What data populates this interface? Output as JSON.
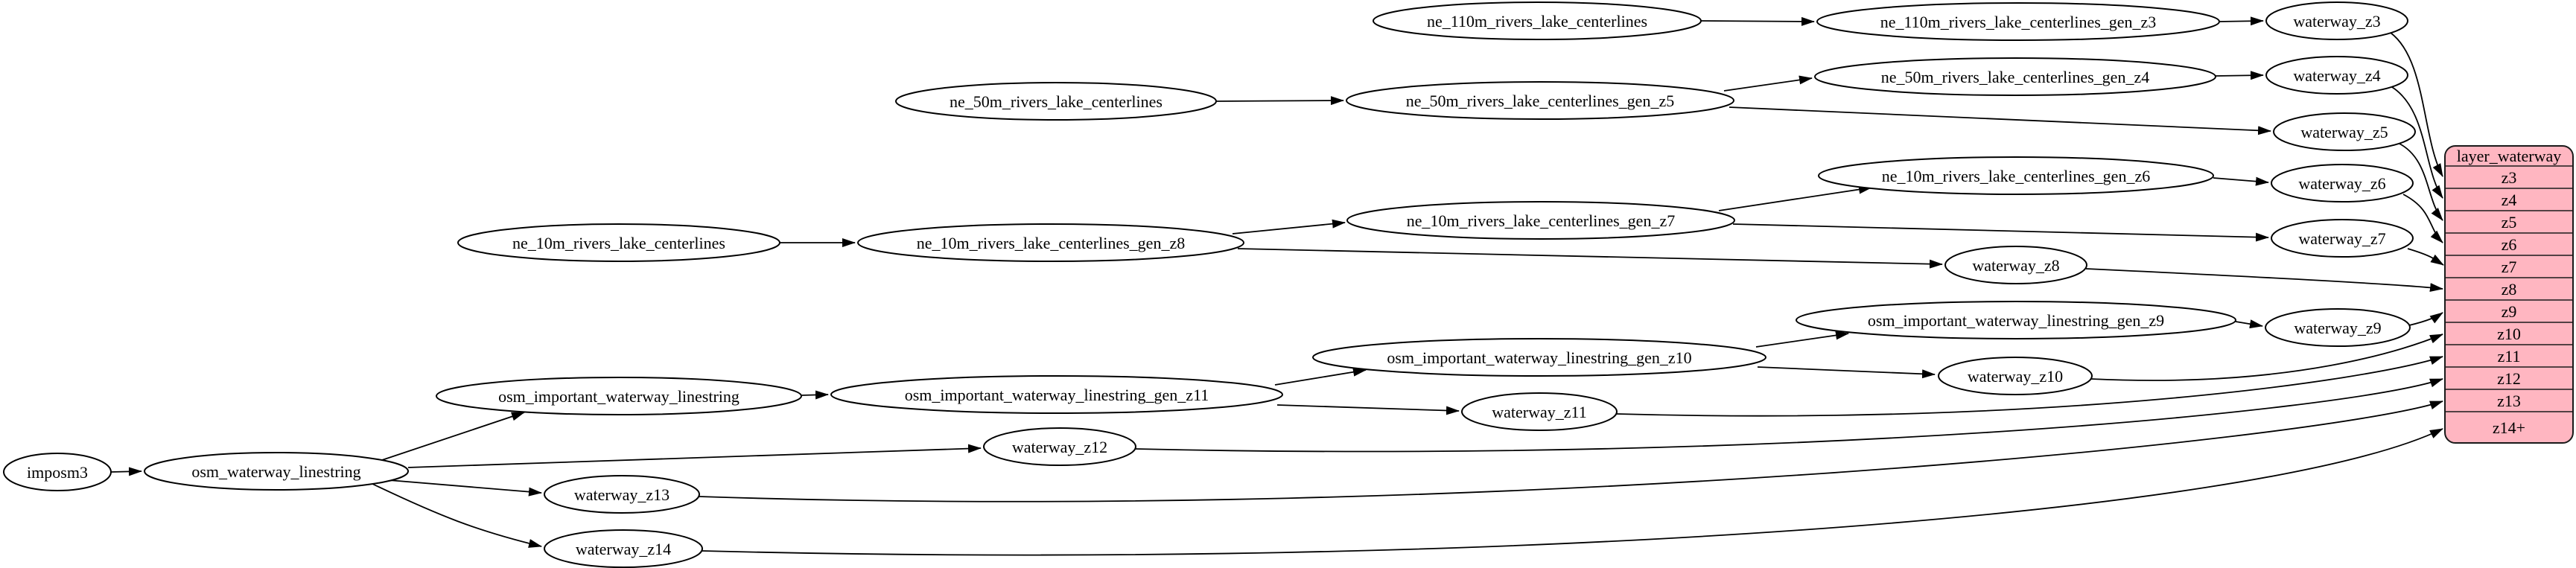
{
  "diagram": {
    "kind": "graphviz-dataflow",
    "colors": {
      "node_fill": "#ffffff",
      "node_stroke": "#000000",
      "edge": "#000000",
      "table_fill": "#ffb6c1",
      "table_stroke": "#1a1a1a",
      "text": "#000000"
    },
    "nodes": [
      {
        "id": "imposm3",
        "label": "imposm3"
      },
      {
        "id": "osm_waterway_linestring",
        "label": "osm_waterway_linestring"
      },
      {
        "id": "osm_important_waterway_linestring",
        "label": "osm_important_waterway_linestring"
      },
      {
        "id": "osm_important_waterway_linestring_gen_z11",
        "label": "osm_important_waterway_linestring_gen_z11"
      },
      {
        "id": "osm_important_waterway_linestring_gen_z10",
        "label": "osm_important_waterway_linestring_gen_z10"
      },
      {
        "id": "osm_important_waterway_linestring_gen_z9",
        "label": "osm_important_waterway_linestring_gen_z9"
      },
      {
        "id": "ne_10m_rivers_lake_centerlines",
        "label": "ne_10m_rivers_lake_centerlines"
      },
      {
        "id": "ne_10m_rivers_lake_centerlines_gen_z8",
        "label": "ne_10m_rivers_lake_centerlines_gen_z8"
      },
      {
        "id": "ne_10m_rivers_lake_centerlines_gen_z7",
        "label": "ne_10m_rivers_lake_centerlines_gen_z7"
      },
      {
        "id": "ne_10m_rivers_lake_centerlines_gen_z6",
        "label": "ne_10m_rivers_lake_centerlines_gen_z6"
      },
      {
        "id": "ne_50m_rivers_lake_centerlines",
        "label": "ne_50m_rivers_lake_centerlines"
      },
      {
        "id": "ne_50m_rivers_lake_centerlines_gen_z5",
        "label": "ne_50m_rivers_lake_centerlines_gen_z5"
      },
      {
        "id": "ne_50m_rivers_lake_centerlines_gen_z4",
        "label": "ne_50m_rivers_lake_centerlines_gen_z4"
      },
      {
        "id": "ne_110m_rivers_lake_centerlines",
        "label": "ne_110m_rivers_lake_centerlines"
      },
      {
        "id": "ne_110m_rivers_lake_centerlines_gen_z3",
        "label": "ne_110m_rivers_lake_centerlines_gen_z3"
      },
      {
        "id": "waterway_z3",
        "label": "waterway_z3"
      },
      {
        "id": "waterway_z4",
        "label": "waterway_z4"
      },
      {
        "id": "waterway_z5",
        "label": "waterway_z5"
      },
      {
        "id": "waterway_z6",
        "label": "waterway_z6"
      },
      {
        "id": "waterway_z7",
        "label": "waterway_z7"
      },
      {
        "id": "waterway_z8",
        "label": "waterway_z8"
      },
      {
        "id": "waterway_z9",
        "label": "waterway_z9"
      },
      {
        "id": "waterway_z10",
        "label": "waterway_z10"
      },
      {
        "id": "waterway_z11",
        "label": "waterway_z11"
      },
      {
        "id": "waterway_z12",
        "label": "waterway_z12"
      },
      {
        "id": "waterway_z13",
        "label": "waterway_z13"
      },
      {
        "id": "waterway_z14",
        "label": "waterway_z14"
      }
    ],
    "table": {
      "title": "layer_waterway",
      "fill": "#ffb6c1",
      "rows": [
        "z3",
        "z4",
        "z5",
        "z6",
        "z7",
        "z8",
        "z9",
        "z10",
        "z11",
        "z12",
        "z13",
        "z14+"
      ]
    },
    "edges": [
      [
        "imposm3",
        "osm_waterway_linestring"
      ],
      [
        "osm_waterway_linestring",
        "osm_important_waterway_linestring"
      ],
      [
        "osm_important_waterway_linestring",
        "osm_important_waterway_linestring_gen_z11"
      ],
      [
        "osm_important_waterway_linestring_gen_z11",
        "osm_important_waterway_linestring_gen_z10"
      ],
      [
        "osm_important_waterway_linestring_gen_z10",
        "osm_important_waterway_linestring_gen_z9"
      ],
      [
        "osm_important_waterway_linestring_gen_z9",
        "waterway_z9"
      ],
      [
        "osm_important_waterway_linestring_gen_z10",
        "waterway_z10"
      ],
      [
        "osm_important_waterway_linestring_gen_z11",
        "waterway_z11"
      ],
      [
        "osm_waterway_linestring",
        "waterway_z12"
      ],
      [
        "osm_waterway_linestring",
        "waterway_z13"
      ],
      [
        "osm_waterway_linestring",
        "waterway_z14"
      ],
      [
        "ne_10m_rivers_lake_centerlines",
        "ne_10m_rivers_lake_centerlines_gen_z8"
      ],
      [
        "ne_10m_rivers_lake_centerlines_gen_z8",
        "ne_10m_rivers_lake_centerlines_gen_z7"
      ],
      [
        "ne_10m_rivers_lake_centerlines_gen_z7",
        "ne_10m_rivers_lake_centerlines_gen_z6"
      ],
      [
        "ne_10m_rivers_lake_centerlines_gen_z6",
        "waterway_z6"
      ],
      [
        "ne_10m_rivers_lake_centerlines_gen_z7",
        "waterway_z7"
      ],
      [
        "ne_10m_rivers_lake_centerlines_gen_z8",
        "waterway_z8"
      ],
      [
        "ne_50m_rivers_lake_centerlines",
        "ne_50m_rivers_lake_centerlines_gen_z5"
      ],
      [
        "ne_50m_rivers_lake_centerlines_gen_z5",
        "ne_50m_rivers_lake_centerlines_gen_z4"
      ],
      [
        "ne_50m_rivers_lake_centerlines_gen_z4",
        "waterway_z4"
      ],
      [
        "ne_50m_rivers_lake_centerlines_gen_z5",
        "waterway_z5"
      ],
      [
        "ne_110m_rivers_lake_centerlines",
        "ne_110m_rivers_lake_centerlines_gen_z3"
      ],
      [
        "ne_110m_rivers_lake_centerlines_gen_z3",
        "waterway_z3"
      ],
      [
        "waterway_z3",
        "layer_waterway.z3"
      ],
      [
        "waterway_z4",
        "layer_waterway.z4"
      ],
      [
        "waterway_z5",
        "layer_waterway.z5"
      ],
      [
        "waterway_z6",
        "layer_waterway.z6"
      ],
      [
        "waterway_z7",
        "layer_waterway.z7"
      ],
      [
        "waterway_z8",
        "layer_waterway.z8"
      ],
      [
        "waterway_z9",
        "layer_waterway.z9"
      ],
      [
        "waterway_z10",
        "layer_waterway.z10"
      ],
      [
        "waterway_z11",
        "layer_waterway.z11"
      ],
      [
        "waterway_z12",
        "layer_waterway.z12"
      ],
      [
        "waterway_z13",
        "layer_waterway.z13"
      ],
      [
        "waterway_z14",
        "layer_waterway.z14+"
      ]
    ]
  }
}
